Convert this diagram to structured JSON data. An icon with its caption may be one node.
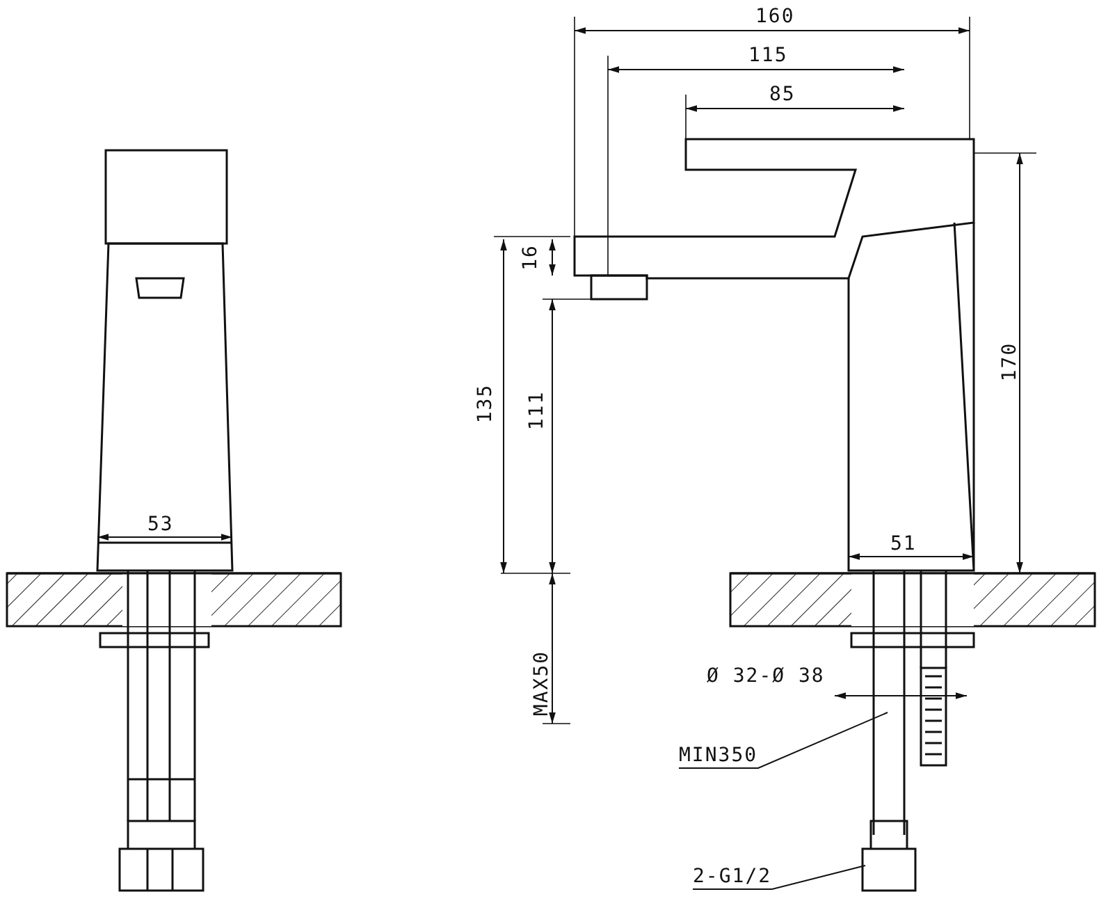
{
  "diagram": {
    "nodes": [
      {
        "text": [
          "MIN350"
        ]
      },
      {
        "text": [
          "2-G1/2"
        ]
      }
    ],
    "edges": [
      {
        "from": 0,
        "to": null,
        "arrow": "none"
      },
      {
        "from": 1,
        "to": null,
        "arrow": "none"
      }
    ],
    "labels": [
      "160",
      "115",
      "85",
      "16",
      "135",
      "111",
      "170",
      "53",
      "51",
      "MAX50",
      "Ø 32-Ø 38"
    ]
  }
}
